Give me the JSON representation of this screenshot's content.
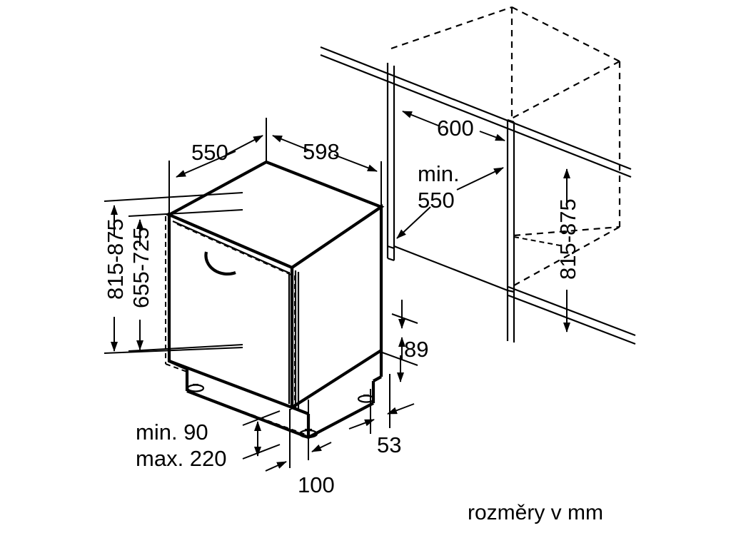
{
  "drawing": {
    "caption": "rozměry v mm",
    "units": "mm",
    "product": "built-in dishwasher installation diagram",
    "colors": {
      "line": "#000000",
      "background": "#ffffff"
    }
  },
  "dimensions": {
    "appliance_depth": "550",
    "appliance_width": "598",
    "niche_height_outer": "815-875",
    "niche_height_inner": "655-725",
    "cabinet_width": "600",
    "cabinet_depth_min_prefix": "min.",
    "cabinet_depth_min_value": "550",
    "cabinet_height": "815-875",
    "plinth_height": "89",
    "plinth_recess": "53",
    "foot_offset": "100",
    "door_gap_min": "min. 90",
    "door_gap_max": "max. 220"
  },
  "labels": {
    "d550": "550",
    "d598": "598",
    "d815_875_left": "815-875",
    "d655_725": "655-725",
    "d600": "600",
    "dmin": "min.",
    "dmin550": "550",
    "d815_875_right": "815-875",
    "d89": "89",
    "d53": "53",
    "d100": "100",
    "dmin90": "min. 90",
    "dmax220": "max. 220",
    "caption": "rozměry v mm"
  }
}
